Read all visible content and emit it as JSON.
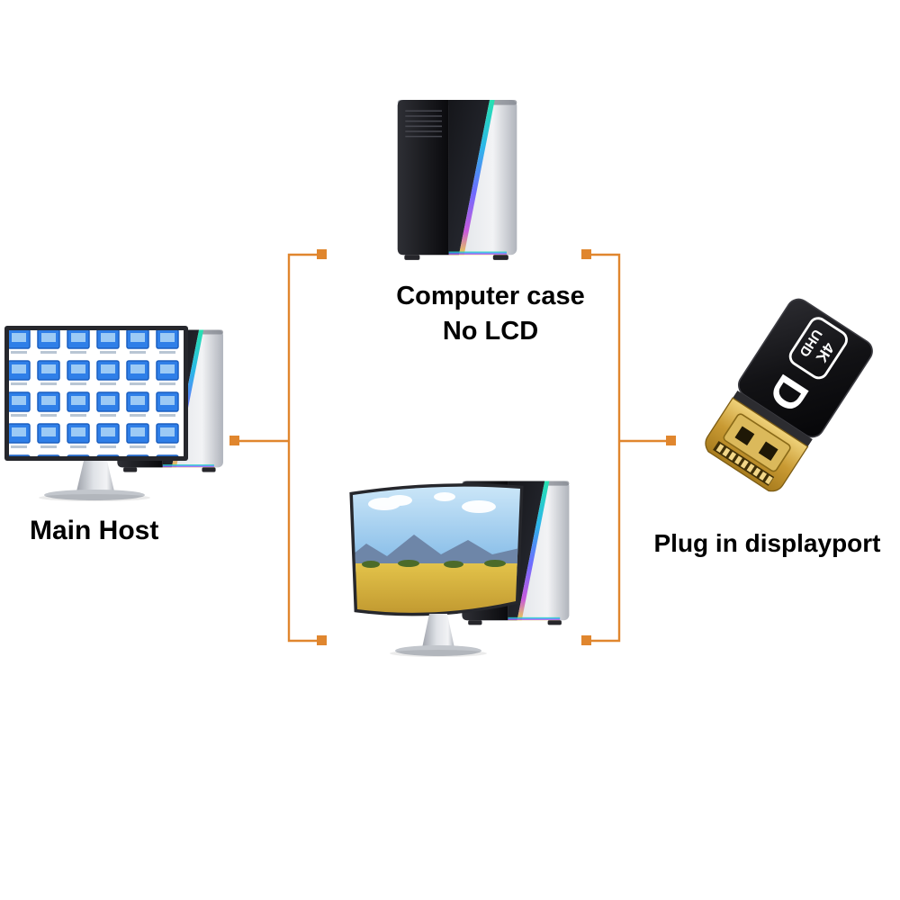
{
  "colors": {
    "connector": "#e0862e",
    "gold": "#c99a33",
    "icon_blue": "#2f7fe8"
  },
  "labels": {
    "computer_case_line1": "Computer case",
    "computer_case_line2": "No LCD",
    "main_host": "Main Host",
    "plug_in_displayport": "Plug in displayport"
  },
  "adapter": {
    "badge_line1": "4K",
    "badge_line2": "UHD",
    "logo_letter": "D"
  }
}
